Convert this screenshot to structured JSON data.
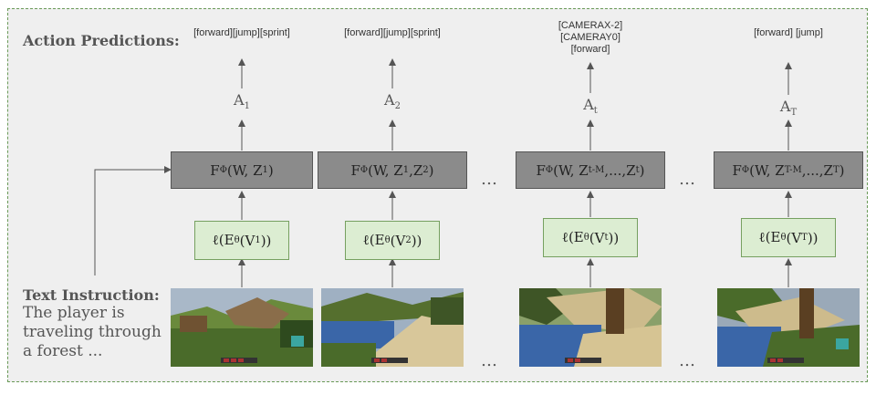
{
  "heading": "Action Predictions:",
  "instruction": {
    "title": "Text Instruction:",
    "lines": [
      "The player is",
      "traveling through",
      "a forest ..."
    ]
  },
  "columns": [
    {
      "prediction": [
        "[forward][jump][sprint]"
      ],
      "action": {
        "base": "A",
        "sub": "1"
      },
      "f": {
        "prefix": "F",
        "phi": "Φ",
        "args": "(W, Z",
        "sub": "1",
        "close": ")"
      },
      "e": {
        "ell": "ℓ(E",
        "theta": "θ",
        "mid": "(V",
        "sub": "1",
        "close": "))"
      }
    },
    {
      "prediction": [
        "[forward][jump][sprint]"
      ],
      "action": {
        "base": "A",
        "sub": "2"
      },
      "f": {
        "prefix": "F",
        "phi": "Φ",
        "args": "(W, Z",
        "sub": "1",
        "mid": ",Z",
        "sub2": "2",
        "close": ")"
      },
      "e": {
        "ell": "ℓ(E",
        "theta": "θ",
        "mid": "(V",
        "sub": "2",
        "close": "))"
      }
    },
    {
      "prediction": [
        "[CAMERAX-2]",
        "[CAMERAY0]",
        "[forward]"
      ],
      "action": {
        "base": "A",
        "sub": "t"
      },
      "f": {
        "prefix": "F",
        "phi": "Φ",
        "args": "(W, Z",
        "sub": "t-M",
        "mid": ",...,Z",
        "sub2": "t",
        "close": ")"
      },
      "e": {
        "ell": "ℓ(E",
        "theta": "θ",
        "mid": "(V",
        "sub": "t",
        "close": "))"
      }
    },
    {
      "prediction": [
        "[forward] [jump]"
      ],
      "action": {
        "base": "A",
        "sub": "T"
      },
      "f": {
        "prefix": "F",
        "phi": "Φ",
        "args": "(W, Z",
        "sub": "T-M",
        "mid": ",...,Z",
        "sub2": "T",
        "close": ")"
      },
      "e": {
        "ell": "ℓ(E",
        "theta": "θ",
        "mid": "(V",
        "sub": "T",
        "close": "))"
      }
    }
  ],
  "ellipsis": "…",
  "colors": {
    "frame_border": "#6a9a58",
    "f_box": "#8b8b8b",
    "e_box": "#dcedd2",
    "e_border": "#76a060"
  }
}
